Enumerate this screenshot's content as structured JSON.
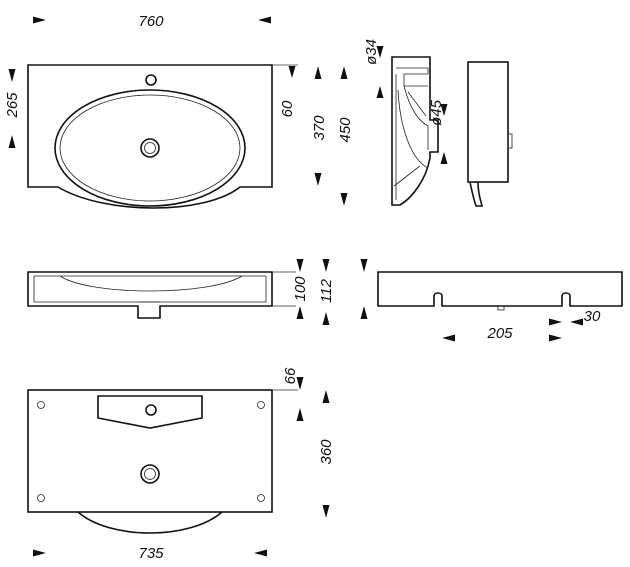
{
  "dimensions": {
    "top_width": "760",
    "top_left_height": "265",
    "top_tap_offset": "60",
    "top_depth": "370",
    "top_total_depth": "450",
    "side_drain_dia": "ø34",
    "side_overflow_dia": "ø45",
    "front_height_a": "100",
    "front_height_b": "112",
    "back_offset": "30",
    "back_span": "205",
    "bottom_offset": "66",
    "bottom_depth": "360",
    "bottom_width": "735"
  }
}
